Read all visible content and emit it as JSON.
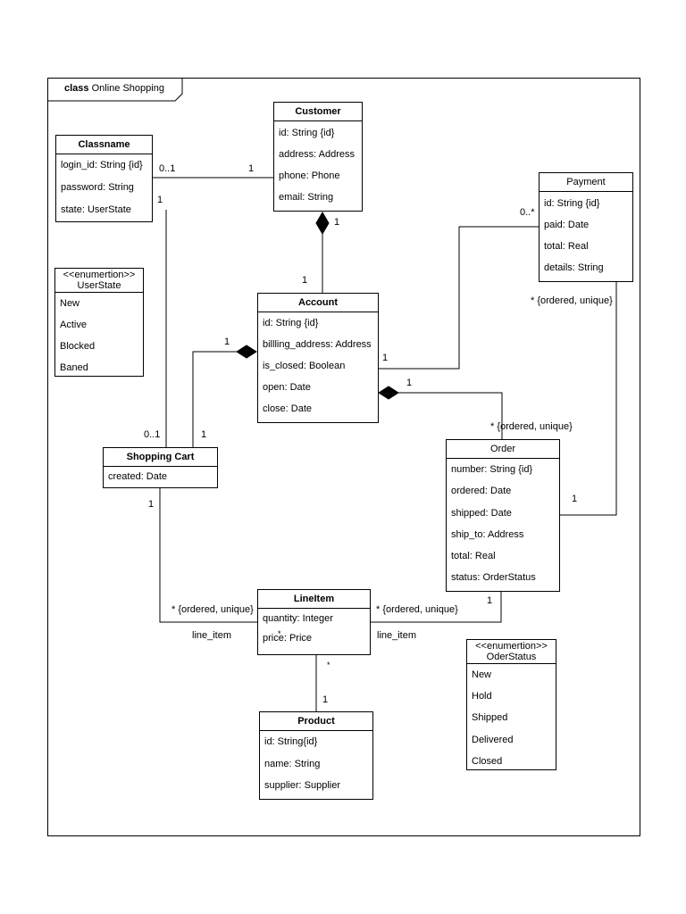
{
  "frame": {
    "keyword": "class",
    "name": "Online Shopping"
  },
  "classes": {
    "customer": {
      "name": "Customer",
      "attrs": [
        "id: String {id}",
        "address: Address",
        "phone: Phone",
        "email: String"
      ]
    },
    "classname": {
      "name": "Classname",
      "attrs": [
        "login_id: String {id}",
        "password: String",
        "state: UserState"
      ]
    },
    "payment": {
      "name": "Payment",
      "attrs": [
        "id: String {id}",
        "paid: Date",
        "total: Real",
        "details: String"
      ]
    },
    "account": {
      "name": "Account",
      "attrs": [
        "id: String {id}",
        "billling_address: Address",
        "is_closed: Boolean",
        "open: Date",
        "close: Date"
      ]
    },
    "shopping_cart": {
      "name": "Shopping Cart",
      "attrs": [
        "created: Date"
      ]
    },
    "order": {
      "name": "Order",
      "attrs": [
        "number: String {id}",
        "ordered: Date",
        "shipped: Date",
        "ship_to: Address",
        "total: Real",
        "status: OrderStatus"
      ]
    },
    "lineitem": {
      "name": "LineItem",
      "attrs": [
        "quantity: Integer",
        "price: Price"
      ]
    },
    "product": {
      "name": "Product",
      "attrs": [
        "id: String{id}",
        "name: String",
        "supplier: Supplier"
      ]
    }
  },
  "enums": {
    "userstate": {
      "stereotype": "<<enumertion>>",
      "name": "UserState",
      "values": [
        "New",
        "Active",
        "Blocked",
        "Baned"
      ]
    },
    "oderstatus": {
      "stereotype": "<<enumertion>>",
      "name": "OderStatus",
      "values": [
        "New",
        "Hold",
        "Shipped",
        "Delivered",
        "Closed"
      ]
    }
  },
  "labels": {
    "classname_customer_01": "0..1",
    "classname_customer_1": "1",
    "classname_cart_1": "1",
    "cart_classname_01": "0..1",
    "customer_account_1a": "1",
    "customer_account_1b": "1",
    "payment_many": "0..*",
    "account_payment_1": "1",
    "payment_ordered": "* {ordered, unique}",
    "account_cart_1": "1",
    "cart_account_1": "1",
    "account_order_1": "1",
    "order_ordered": "* {ordered, unique}",
    "order_payment_1": "1",
    "cart_lineitem_1": "1",
    "lineitem_cart_ordered": "* {ordered, unique}",
    "line_item_left": "line_item",
    "lineitem_order_ordered": "* {ordered, unique}",
    "order_lineitem_1": "1",
    "line_item_right": "line_item",
    "lineitem_star_small": "*",
    "lineitem_product_star": "*",
    "product_lineitem_1": "1"
  }
}
